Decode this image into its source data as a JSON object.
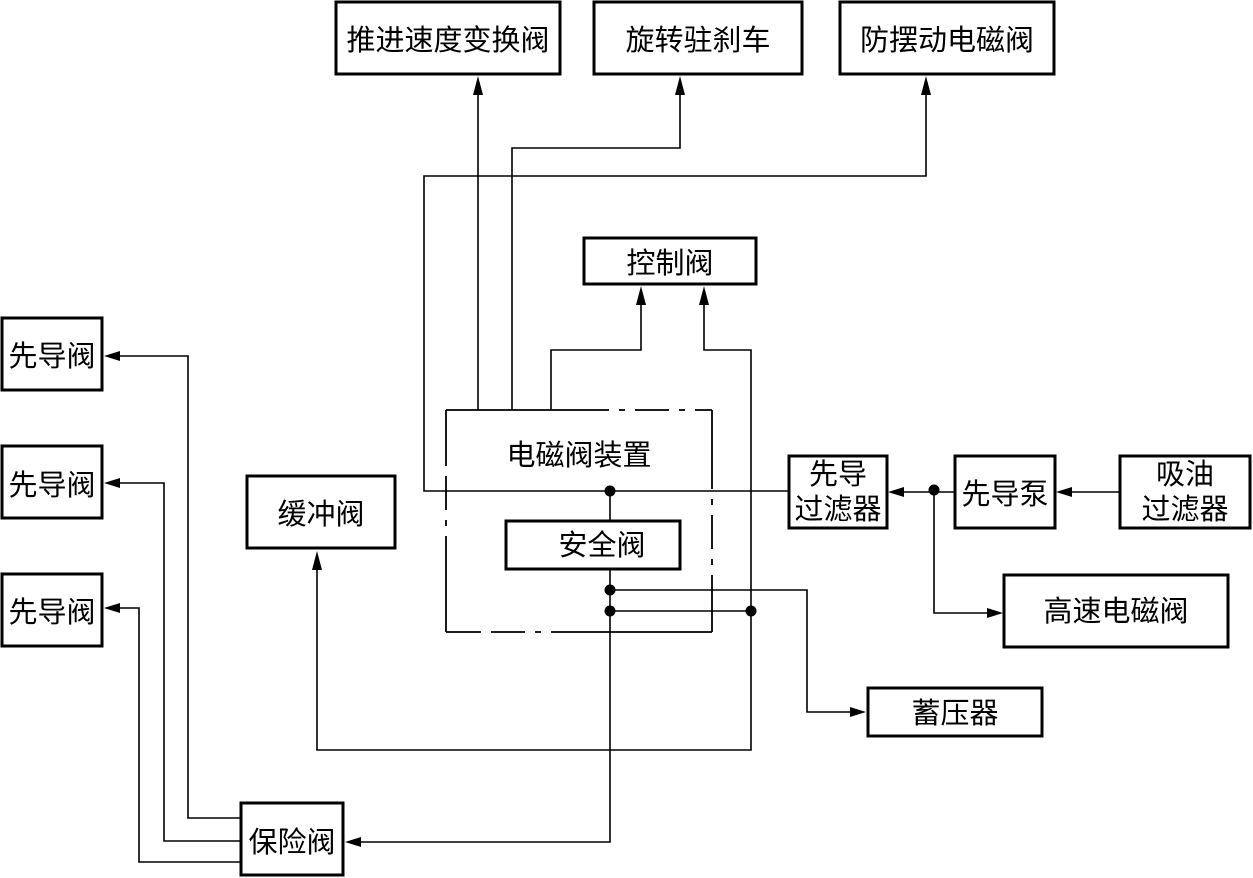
{
  "labels": {
    "propulsion_speed_valve": "推进速度变换阀",
    "swing_parking_brake": "旋转驻刹车",
    "anti_sway_solenoid": "防摆动电磁阀",
    "control_valve": "控制阀",
    "pilot_valve_1": "先导阀",
    "pilot_valve_2": "先导阀",
    "pilot_valve_3": "先导阀",
    "solenoid_unit": "电磁阀装置",
    "safety_valve": "安全阀",
    "buffer_valve": "缓冲阀",
    "pilot_filter_line1": "先导",
    "pilot_filter_line2": "过滤器",
    "pilot_pump": "先导泵",
    "suction_filter_line1": "吸油",
    "suction_filter_line2": "过滤器",
    "high_speed_solenoid": "高速电磁阀",
    "accumulator": "蓄压器",
    "protection_valve": "保险阀"
  }
}
